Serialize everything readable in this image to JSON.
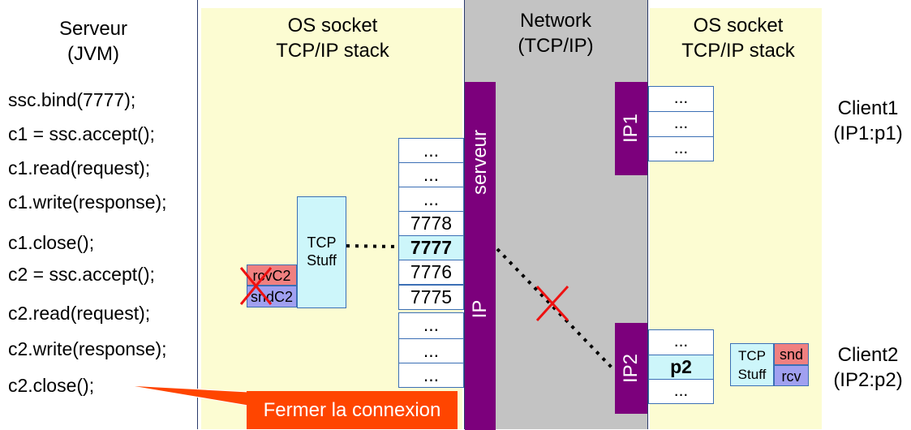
{
  "server": {
    "title_line1": "Serveur",
    "title_line2": "(JVM)",
    "code": [
      "ssc.bind(7777);",
      "c1 = ssc.accept();",
      "c1.read(request);",
      "c1.write(response);",
      "c1.close();",
      "c2 = ssc.accept();",
      "c2.read(request);",
      "c2.write(response);",
      "c2.close();"
    ]
  },
  "server_stack": {
    "title_line1": "OS socket",
    "title_line2": "TCP/IP stack",
    "tcp_stuff_line1": "TCP",
    "tcp_stuff_line2": "Stuff",
    "rcv_label": "rcvC2",
    "snd_label": "sndC2",
    "ports": [
      "...",
      "...",
      "...",
      "7778",
      "7777",
      "7776",
      "7775",
      "...",
      "...",
      "..."
    ]
  },
  "network": {
    "title_line1": "Network",
    "title_line2": "(TCP/IP)",
    "serveur_bar_label": "serveur",
    "ip_bar_label": "IP",
    "ip1_bar_label": "IP1",
    "ip2_bar_label": "IP2"
  },
  "client_stack": {
    "title_line1": "OS socket",
    "title_line2": "TCP/IP stack",
    "client1_ports": [
      "...",
      "...",
      "..."
    ],
    "client2_ports": [
      "...",
      "p2",
      "..."
    ],
    "tcp_line1": "TCP",
    "tcp_line2": "Stuff",
    "snd_label": "snd",
    "rcv_label": "rcv"
  },
  "clients": {
    "client1_line1": "Client1",
    "client1_line2": "(IP1:p1)",
    "client2_line1": "Client2",
    "client2_line2": "(IP2:p2)"
  },
  "callout": {
    "text": "Fermer la connexion"
  },
  "colors": {
    "yellow": "#fcfcd2",
    "network_gray": "#c3c3c3",
    "purple": "#7c007c",
    "cyan": "#cdf6fa",
    "rcv_red": "#f08080",
    "snd_blue": "#a0a0f0",
    "callout_orange": "#ff4500",
    "cross_red": "#ee1111"
  }
}
